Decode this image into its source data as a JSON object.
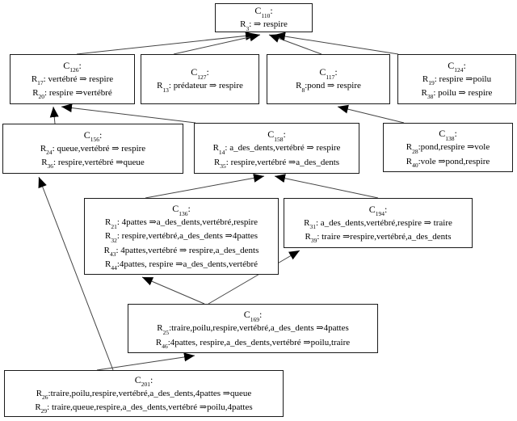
{
  "labels": {
    "concept_prefix": "C",
    "rule_prefix": "R",
    "colon": ":"
  },
  "concepts": {
    "c110": {
      "sub": "110",
      "rules": [
        {
          "sub": "3",
          "body": ": ⇒ respire"
        }
      ]
    },
    "c126": {
      "sub": "126",
      "rules": [
        {
          "sub": "17",
          "body": ": vertébré ⇒ respire"
        },
        {
          "sub": "20",
          "body": ": respire ⇒vertébré"
        }
      ]
    },
    "c127": {
      "sub": "127",
      "rules": [
        {
          "sub": "13",
          "body": ": prédateur ⇒ respire"
        }
      ]
    },
    "c117": {
      "sub": "117",
      "rules": [
        {
          "sub": "8",
          "body": ":pond ⇒ respire"
        }
      ]
    },
    "c124": {
      "sub": "124",
      "rules": [
        {
          "sub": "19",
          "body": ": respire ⇒poilu"
        },
        {
          "sub": "38",
          "body": ": poilu ⇒ respire"
        }
      ]
    },
    "c156": {
      "sub": "156",
      "rules": [
        {
          "sub": "24",
          "body": ": queue,vertébré ⇒ respire"
        },
        {
          "sub": "36",
          "body": ": respire,vertébré ⇒queue"
        }
      ]
    },
    "c158": {
      "sub": "158",
      "rules": [
        {
          "sub": "14",
          "body": ": a_des_dents,vertébré ⇒ respire"
        },
        {
          "sub": "35",
          "body": ": respire,vertébré ⇒a_des_dents"
        }
      ]
    },
    "c138": {
      "sub": "138",
      "rules": [
        {
          "sub": "28",
          "body": ":pond,respire ⇒vole"
        },
        {
          "sub": "40",
          "body": ":vole ⇒pond,respire"
        }
      ]
    },
    "c136": {
      "sub": "136",
      "rules": [
        {
          "sub": "21",
          "body": ": 4pattes ⇒a_des_dents,vertébré,respire"
        },
        {
          "sub": "32",
          "body": ": respire,vertébré,a_des_dents ⇒4pattes"
        },
        {
          "sub": "43",
          "body": ": 4pattes,vertébré ⇒ respire,a_des_dents"
        },
        {
          "sub": "44",
          "body": ":4pattes, respire ⇒a_des_dents,vertébré"
        }
      ]
    },
    "c194": {
      "sub": "194",
      "rules": [
        {
          "sub": "31",
          "body": ": a_des_dents,vertébré,respire ⇒ traire"
        },
        {
          "sub": "39",
          "body": ": traire ⇒respire,vertébré,a_des_dents"
        }
      ]
    },
    "c169": {
      "sub": "169",
      "rules": [
        {
          "sub": "25",
          "body": ":traire,poilu,respire,vertébré,a_des_dents ⇒4pattes"
        },
        {
          "sub": "46",
          "body": ":4pattes, respire,a_des_dents,vertébré ⇒poilu,traire"
        }
      ]
    },
    "c201": {
      "sub": "201",
      "rules": [
        {
          "sub": "26",
          "body": ":traire,poilu,respire,vertébré,a_des_dents,4pattes ⇒queue"
        },
        {
          "sub": "29",
          "body": ": traire,queue,respire,a_des_dents,vertébré ⇒poilu,4pattes"
        }
      ]
    }
  },
  "edges": [
    {
      "from": "C126",
      "to": "C110"
    },
    {
      "from": "C127",
      "to": "C110"
    },
    {
      "from": "C117",
      "to": "C110"
    },
    {
      "from": "C124",
      "to": "C110"
    },
    {
      "from": "C156",
      "to": "C126"
    },
    {
      "from": "C158",
      "to": "C126"
    },
    {
      "from": "C138",
      "to": "C117"
    },
    {
      "from": "C136",
      "to": "C158"
    },
    {
      "from": "C194",
      "to": "C158"
    },
    {
      "from": "C169",
      "to": "C136"
    },
    {
      "from": "C169",
      "to": "C194"
    },
    {
      "from": "C201",
      "to": "C169"
    },
    {
      "from": "C201",
      "to": "C156"
    }
  ]
}
